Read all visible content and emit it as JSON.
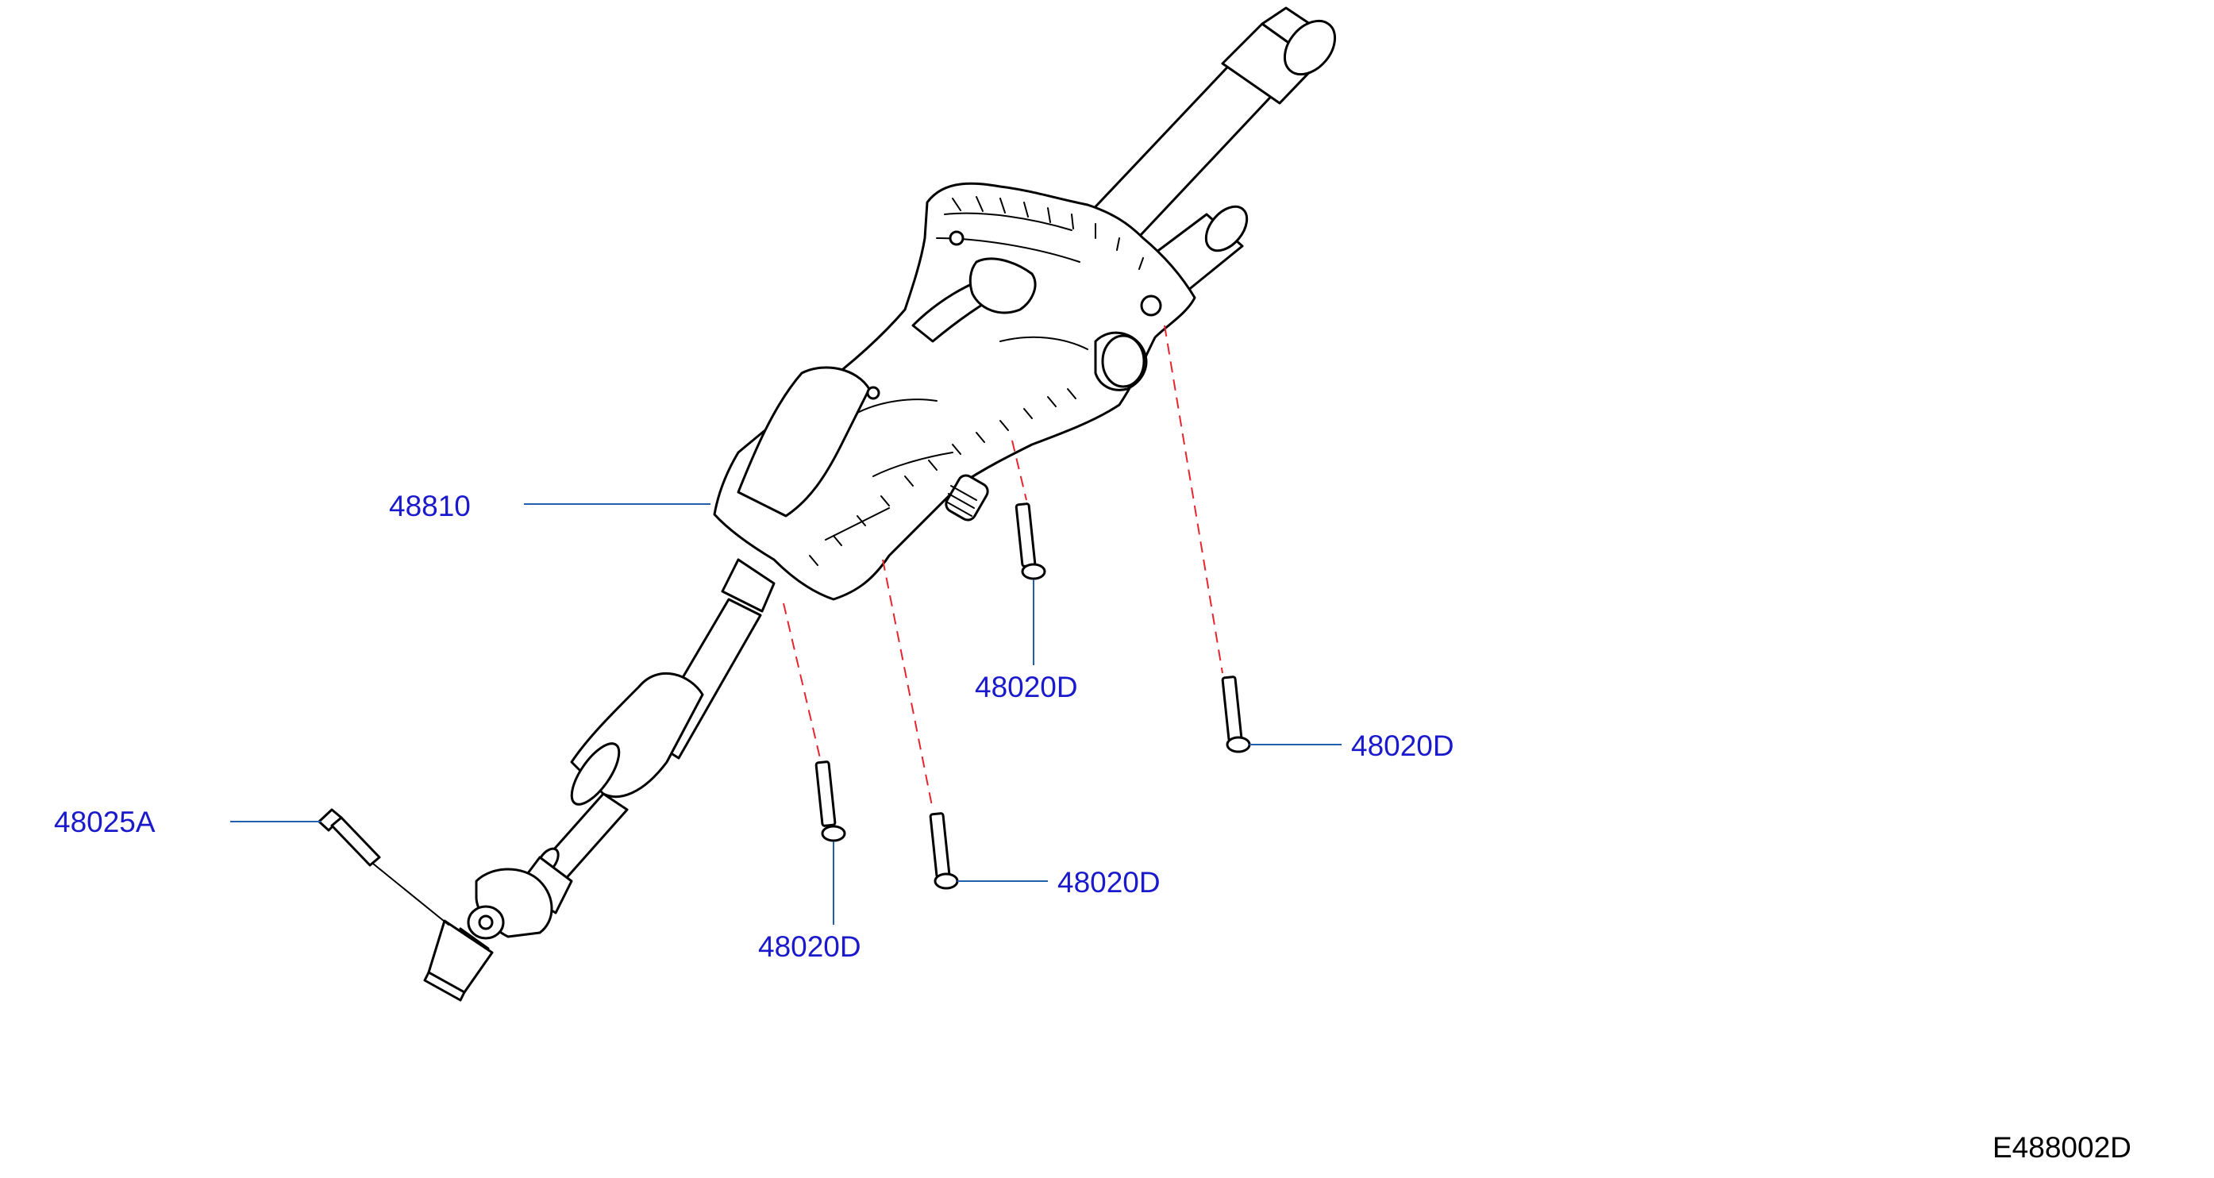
{
  "diagram": {
    "code": "E488002D",
    "callouts": [
      {
        "id": "steering-column",
        "label": "48810"
      },
      {
        "id": "yoke-bolt",
        "label": "48025A"
      },
      {
        "id": "bolt-upper-center",
        "label": "48020D"
      },
      {
        "id": "bolt-right",
        "label": "48020D"
      },
      {
        "id": "bolt-lower-center",
        "label": "48020D"
      },
      {
        "id": "bolt-lower-left",
        "label": "48020D"
      }
    ]
  },
  "colors": {
    "label": "#1a1acc",
    "leader": "#1f5fae",
    "dashed_guide": "#e8242e",
    "outline": "#000000"
  }
}
